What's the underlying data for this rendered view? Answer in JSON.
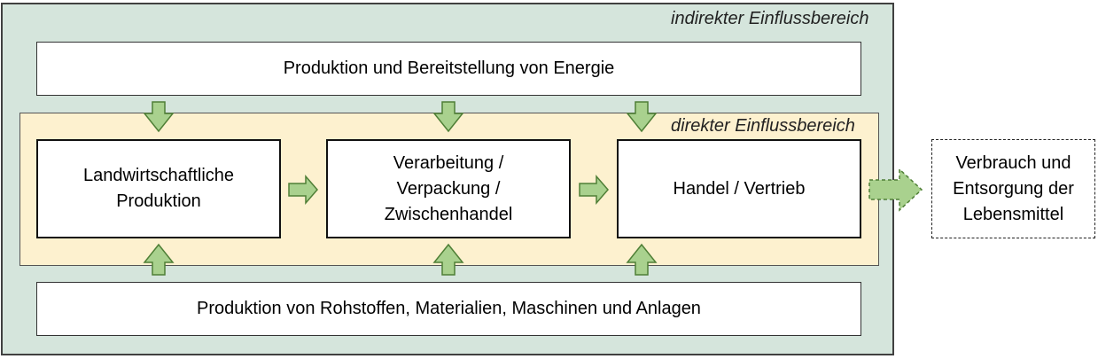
{
  "outer_area": {
    "label": "indirekter Einflussbereich",
    "fill": "#d5e5dc"
  },
  "inner_area": {
    "label": "direkter Einflussbereich",
    "fill": "#fdf1cf"
  },
  "top_box": "Produktion und Bereitstellung von Energie",
  "bottom_box": "Produktion von Rohstoffen, Materialien, Maschinen und Anlagen",
  "stages": [
    "Landwirtschaftliche\nProduktion",
    "Verarbeitung /\nVerpackung /\nZwischenhandel",
    "Handel / Vertrieb"
  ],
  "external_box": "Verbrauch und\nEntsorgung der\nLebensmittel",
  "colors": {
    "arrow_fill": "#a9d18e",
    "arrow_stroke": "#4f7f36"
  }
}
